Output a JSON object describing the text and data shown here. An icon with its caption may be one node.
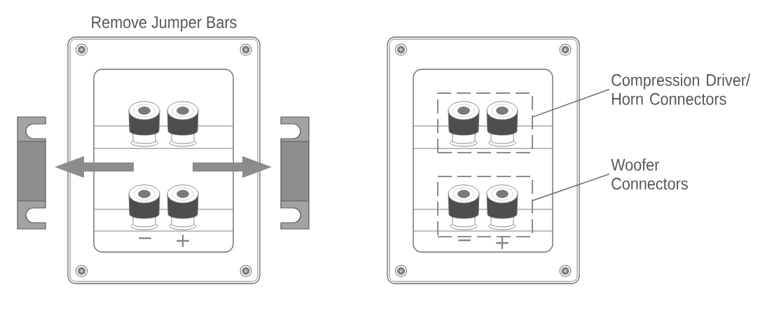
{
  "diagram": {
    "nodes": [
      {
        "text": [
          "Compression Driver/ Horn Connectors"
        ]
      },
      {
        "text": [],
        "shape": "box"
      },
      {
        "text": [
          "Woofer Connectors"
        ]
      },
      {
        "text": [],
        "shape": "box"
      }
    ],
    "edges": [
      {
        "from": 0,
        "to": 1,
        "arrow": "none"
      },
      {
        "from": 2,
        "to": 3,
        "arrow": "none"
      }
    ],
    "labels": [
      "Remove Jumper Bars",
      "−",
      "+",
      "−",
      "+"
    ]
  }
}
